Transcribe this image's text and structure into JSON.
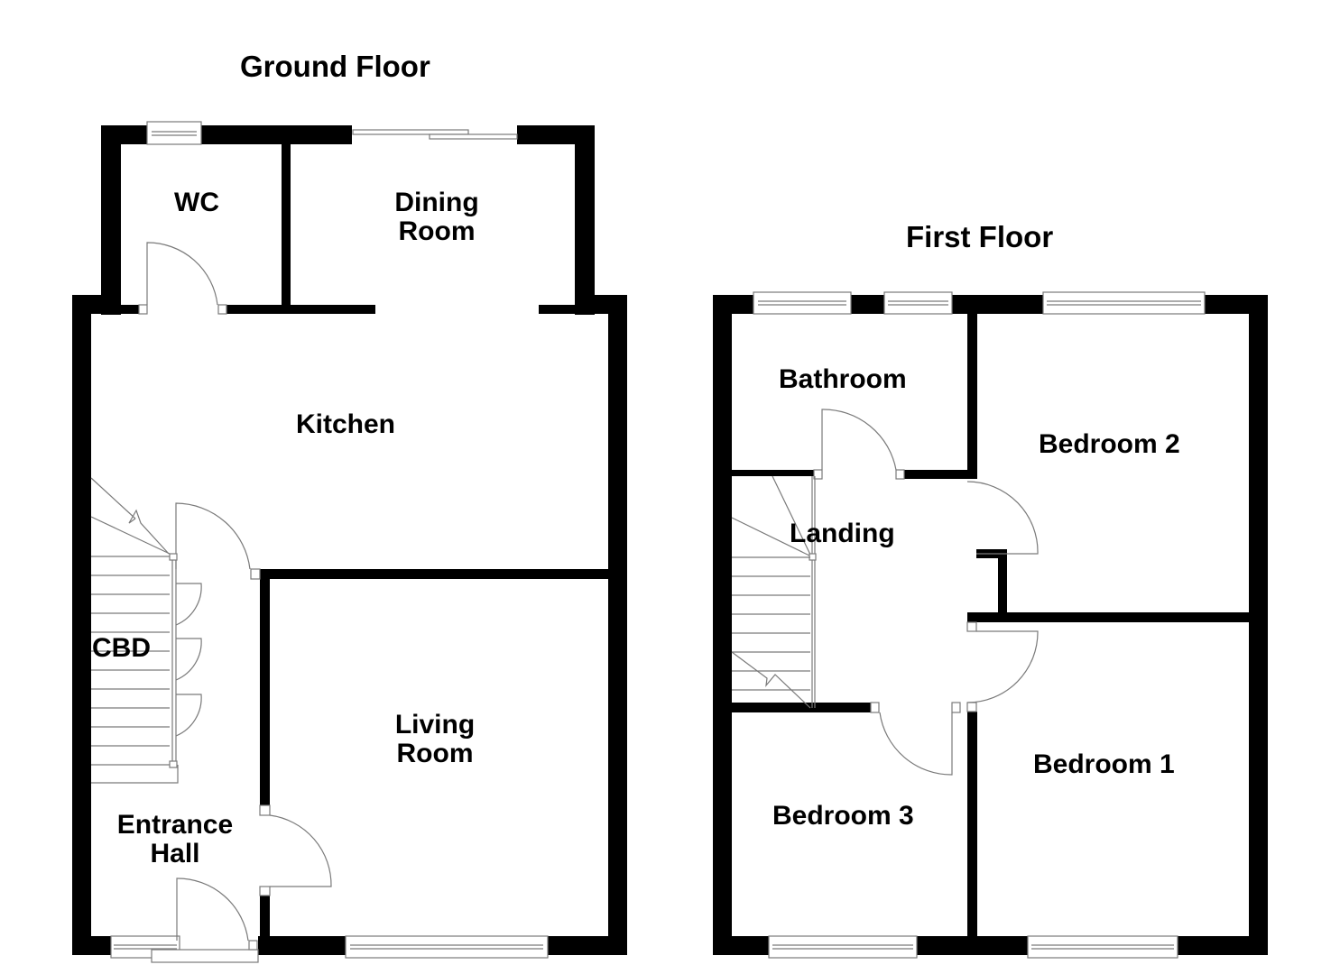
{
  "ground_floor": {
    "title": "Ground Floor",
    "rooms": {
      "wc": "WC",
      "dining_line1": "Dining",
      "dining_line2": "Room",
      "kitchen": "Kitchen",
      "cbd": "CBD",
      "living_line1": "Living",
      "living_line2": "Room",
      "entrance_line1": "Entrance",
      "entrance_line2": "Hall"
    }
  },
  "first_floor": {
    "title": "First Floor",
    "rooms": {
      "bathroom": "Bathroom",
      "bedroom2": "Bedroom 2",
      "landing": "Landing",
      "bedroom3": "Bedroom 3",
      "bedroom1": "Bedroom 1"
    }
  },
  "colors": {
    "wall": "#000000",
    "fixture_line": "#7a7a7a",
    "background": "#ffffff"
  }
}
